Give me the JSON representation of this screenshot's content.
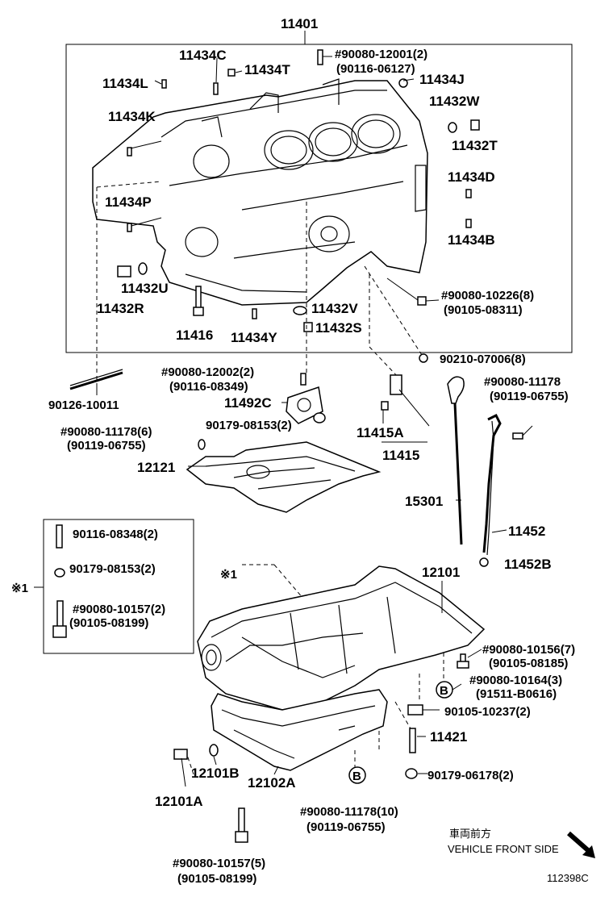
{
  "labels": {
    "block": "11401",
    "l11434C": "11434C",
    "l11434T": "11434T",
    "l11434L": "11434L",
    "l11434K": "11434K",
    "l11434P": "11434P",
    "l11434J": "11434J",
    "l11432W": "11432W",
    "l11432T": "11432T",
    "l11434D": "11434D",
    "l11434B": "11434B",
    "l11432U": "11432U",
    "l11432R": "11432R",
    "l11416": "11416",
    "l11434Y": "11434Y",
    "l11432V": "11432V",
    "l11432S": "11432S",
    "n90080_12001": "#90080-12001(2)",
    "n90116_06127": "(90116-06127)",
    "n90080_10226": "#90080-10226(8)",
    "n90105_08311": "(90105-08311)",
    "n90210_07006": "90210-07006(8)",
    "n90080_12002": "#90080-12002(2)",
    "n90116_08349": "(90116-08349)",
    "l11492C": "11492C",
    "n90179_08153_a": "90179-08153(2)",
    "n90126_10011": "90126-10011",
    "n90080_11178_a": "#90080-11178",
    "n90119_06755_a": "(90119-06755)",
    "n90080_11178_6": "#90080-11178(6)",
    "n90119_06755_b": "(90119-06755)",
    "l12121": "12121",
    "l11415A": "11415A",
    "l11415": "11415",
    "l15301": "15301",
    "l11452": "11452",
    "l11452B": "11452B",
    "n90116_08348": "90116-08348(2)",
    "n90179_08153_b": "90179-08153(2)",
    "n90080_10157_2": "#90080-10157(2)",
    "n90105_08199_a": "(90105-08199)",
    "note_mark": "※1",
    "note_mark2": "※1",
    "l12101": "12101",
    "n90080_10156": "#90080-10156(7)",
    "n90105_08185": "(90105-08185)",
    "n90080_10164": "#90080-10164(3)",
    "n91511_B0616": "(91511-B0616)",
    "callout_B1": "B",
    "n90105_10237": "90105-10237(2)",
    "l11421": "11421",
    "n90179_06178": "90179-06178(2)",
    "l12101B": "12101B",
    "l12102A": "12102A",
    "l12101A": "12101A",
    "callout_B2": "B",
    "n90080_11178_10": "#90080-11178(10)",
    "n90119_06755_c": "(90119-06755)",
    "n90080_10157_5": "#90080-10157(5)",
    "n90105_08199_b": "(90105-08199)",
    "front_jp": "車両前方",
    "front_en": "VEHICLE FRONT SIDE",
    "figure_id": "112398C"
  }
}
